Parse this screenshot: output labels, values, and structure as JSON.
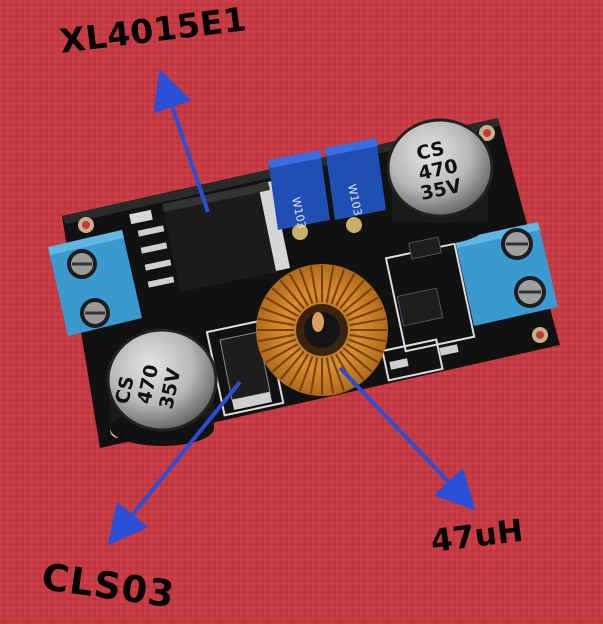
{
  "photo": {
    "background_color": "#c4373f",
    "board_color": "#141414",
    "terminal_color": "#3a9ad0",
    "trimmer_color": "#1f4fb5",
    "inductor_copper_color": "#d48a2a",
    "arrow_color": "#2a4fd6"
  },
  "annotations": {
    "chip": "XL4015E1",
    "diode": "CLS03",
    "inductor": "47uH"
  },
  "components": {
    "capacitor_top_right": {
      "line1": "CS",
      "line2": "470",
      "line3": "35V"
    },
    "capacitor_bottom_left": {
      "line1": "CS",
      "line2": "470",
      "line3": "35V"
    },
    "trimmer_left": "W103",
    "trimmer_right": "W103"
  }
}
